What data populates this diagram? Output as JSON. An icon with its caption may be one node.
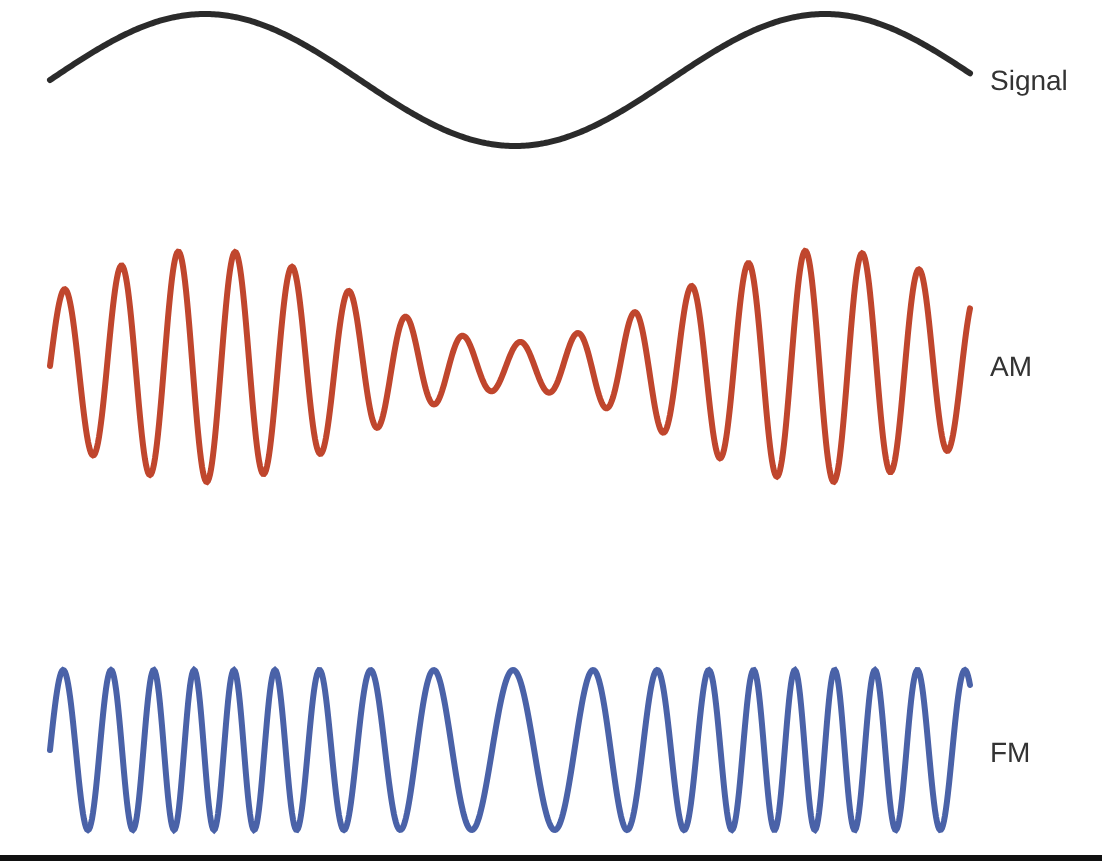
{
  "diagram": {
    "labels": [
      "Signal",
      "AM",
      "FM"
    ]
  }
}
